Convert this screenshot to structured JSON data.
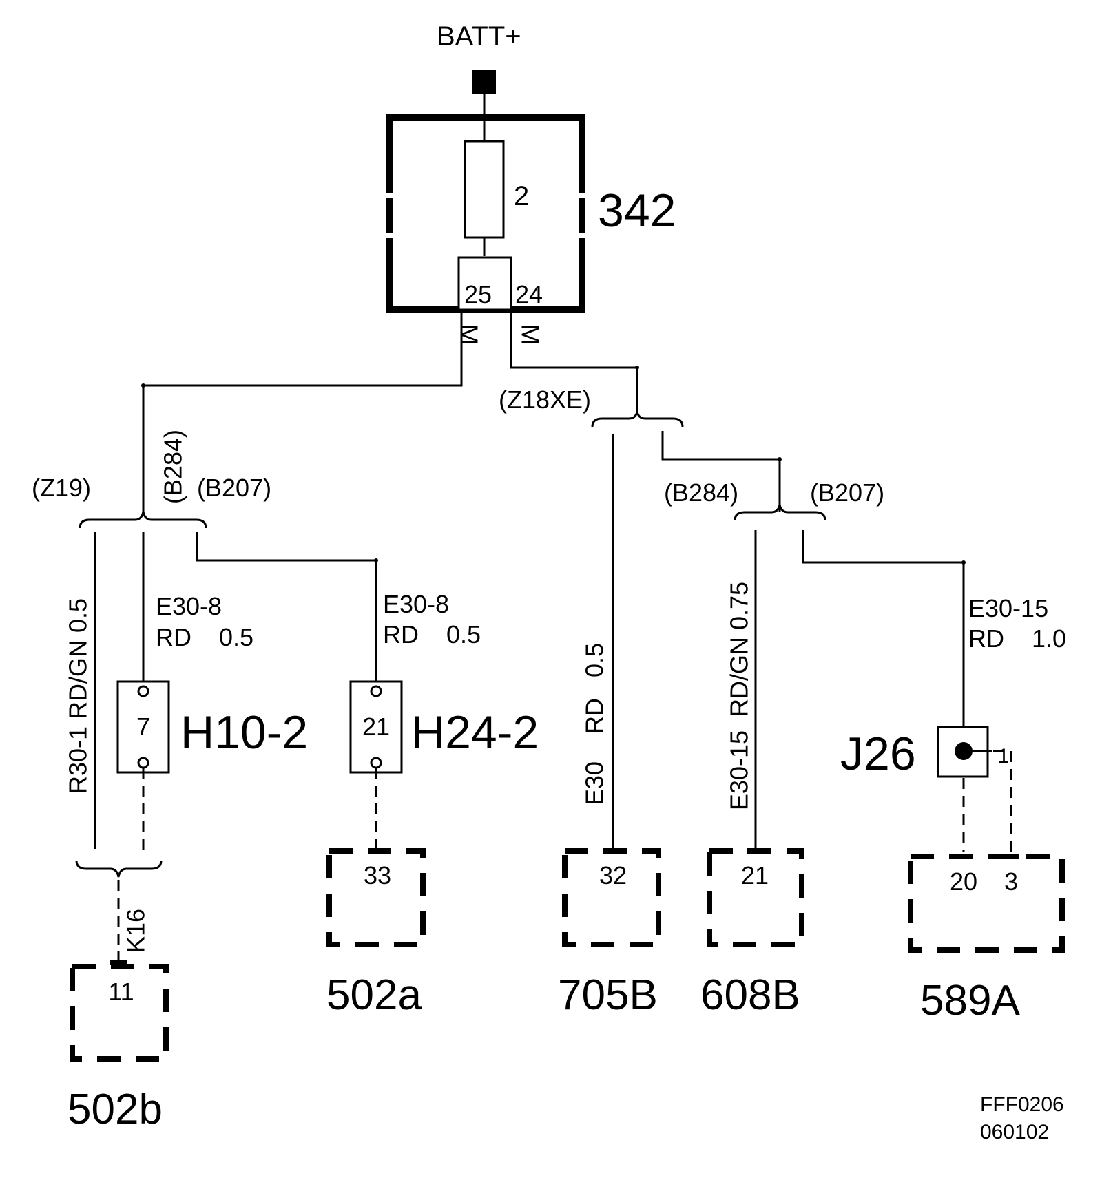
{
  "supply": {
    "label": "BATT+"
  },
  "fuse_box": {
    "id": "342",
    "fuse_number": "2",
    "pin_left": "25",
    "pin_right": "24",
    "ground_left": "M",
    "ground_right": "M"
  },
  "variants": {
    "z19": "(Z19)",
    "z18xe": "(Z18XE)",
    "b284_left": "(B284)",
    "b207_left": "(B207)",
    "b284_right": "(B284)",
    "b207_right": "(B207)"
  },
  "wires": {
    "w_502b": "R30-1  RD/GN 0.5",
    "w_h10_code": "E30-8",
    "w_h10_spec": "RD    0.5",
    "w_h24_code": "E30-8",
    "w_h24_spec": "RD    0.5",
    "w_705b": "E30    RD   0.5",
    "w_608b": "E30-15  RD/GN 0.75",
    "w_589a_code": "E30-15",
    "w_589a_spec": "RD    1.0",
    "k16": "K16"
  },
  "connectors": {
    "h10": {
      "id": "H10-2",
      "pin": "7"
    },
    "h24": {
      "id": "H24-2",
      "pin": "21"
    },
    "j26": {
      "id": "J26",
      "pin": "1"
    }
  },
  "components": {
    "c502b": {
      "id": "502b",
      "pin": "11"
    },
    "c502a": {
      "id": "502a",
      "pin": "33"
    },
    "c705b": {
      "id": "705B",
      "pin": "32"
    },
    "c608b": {
      "id": "608B",
      "pin": "21"
    },
    "c589a": {
      "id": "589A",
      "pin_a": "20",
      "pin_b": "3"
    }
  },
  "footer": {
    "code": "FFF0206",
    "date": "060102"
  }
}
